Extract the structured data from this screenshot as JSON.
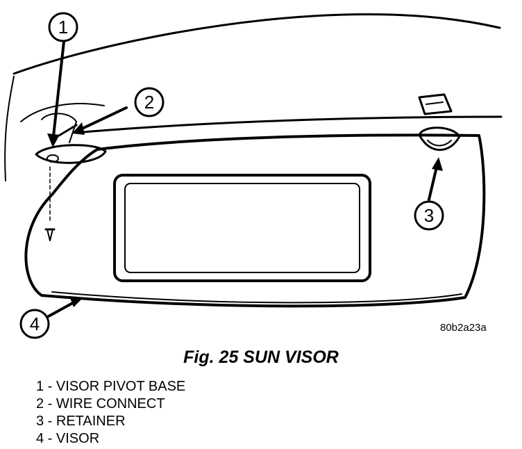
{
  "figure": {
    "code": "80b2a23a",
    "caption": "Fig. 25 SUN VISOR"
  },
  "callouts": [
    {
      "number": "1",
      "label": "VISOR PIVOT BASE"
    },
    {
      "number": "2",
      "label": "WIRE CONNECT"
    },
    {
      "number": "3",
      "label": "RETAINER"
    },
    {
      "number": "4",
      "label": "VISOR"
    }
  ],
  "legend_items": [
    "1 - VISOR PIVOT BASE",
    "2 - WIRE CONNECT",
    "3 - RETAINER",
    "4 - VISOR"
  ]
}
